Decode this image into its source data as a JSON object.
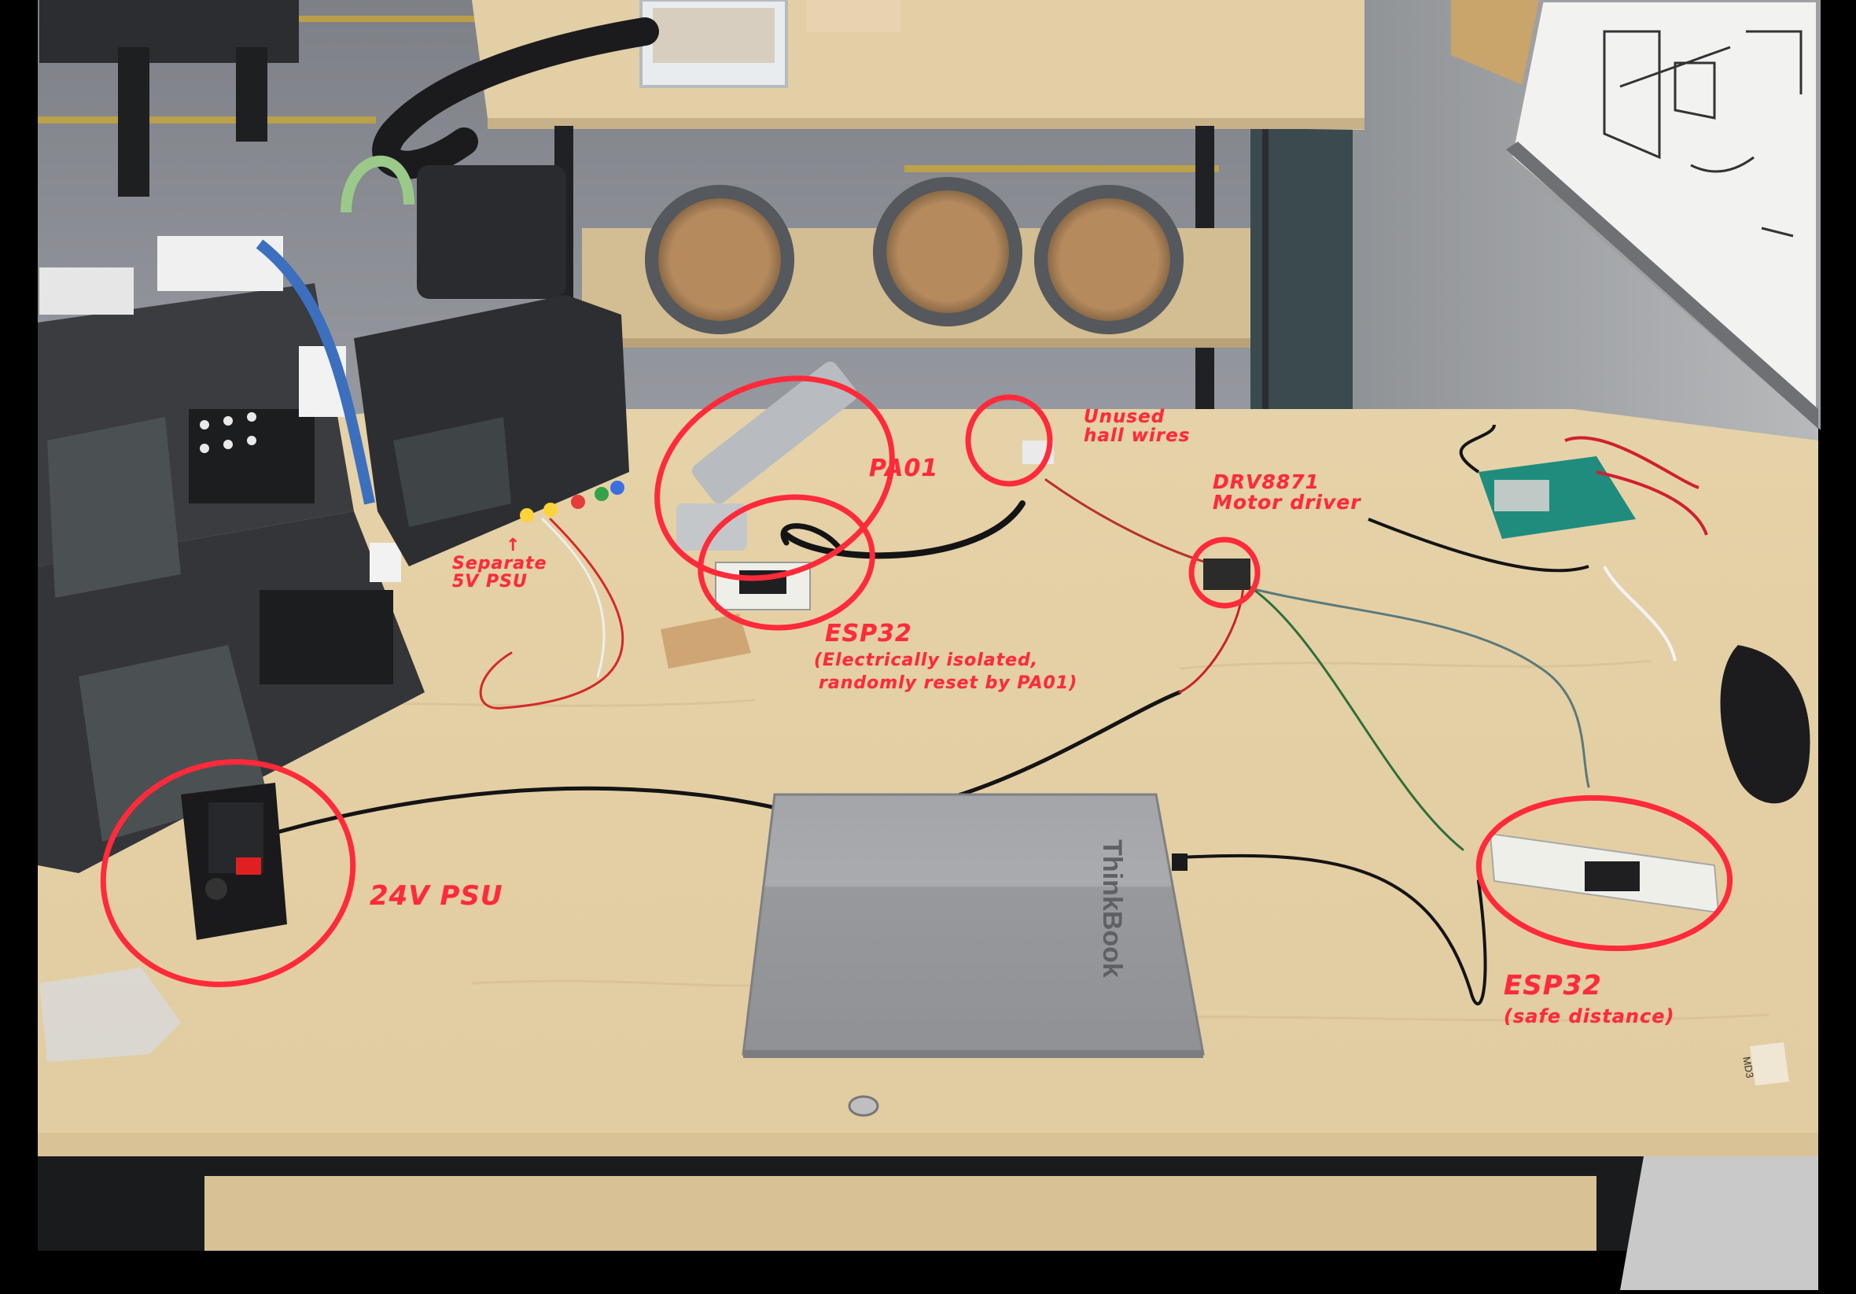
{
  "colors": {
    "annotation": "#ff2a3a",
    "plywood": "#e9d6ad",
    "floor": "#8c8f94",
    "laptop": "#9a9ca0",
    "steel": "#2a2a2c"
  },
  "laptop_brand": "ThinkBook",
  "labels": {
    "pa01": "PA01",
    "unused_hall": [
      "Unused",
      "hall wires"
    ],
    "drv": [
      "DRV8871",
      "Motor driver"
    ],
    "separate_psu": [
      "↑",
      "Separate",
      "5V PSU"
    ],
    "esp32_isolated": [
      "ESP32",
      "(Electrically isolated,",
      "randomly reset by PA01)"
    ],
    "psu_24v": "24V PSU",
    "esp32_safe": [
      "ESP32",
      "(safe distance)"
    ],
    "md": "MD3"
  }
}
